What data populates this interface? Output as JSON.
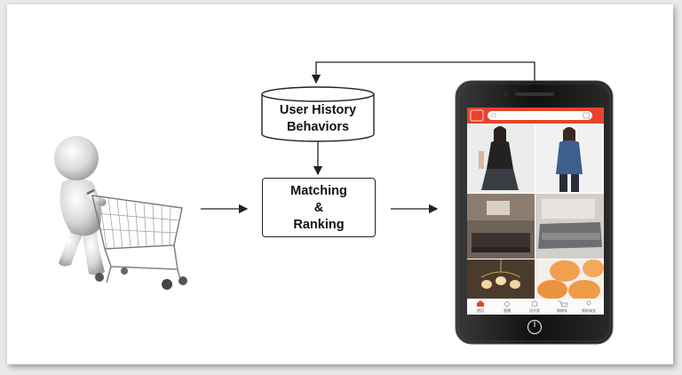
{
  "diagram": {
    "database_label_line1": "User History",
    "database_label_line2": "Behaviors",
    "process_label_line1": "Matching",
    "process_label_line2": "&",
    "process_label_line3": "Ranking"
  },
  "phone": {
    "bottom_nav": [
      "首页",
      "直播",
      "问大家",
      "购物车",
      "我的淘宝"
    ]
  },
  "colors": {
    "app_accent": "#e8432d",
    "line": "#222222",
    "phone_body": "#1a1a1a"
  }
}
